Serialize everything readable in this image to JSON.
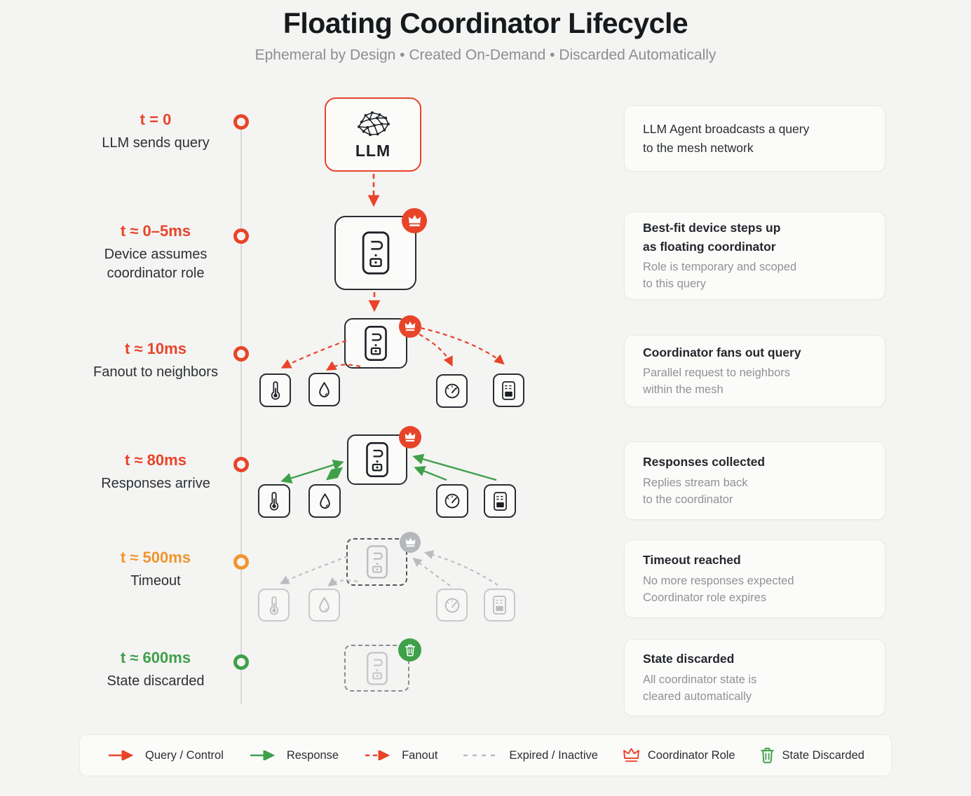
{
  "header": {
    "title": "Floating Coordinator Lifecycle",
    "subtitle": "Ephemeral by Design • Created On-Demand • Discarded Automatically"
  },
  "timeline": [
    {
      "time": "t = 0",
      "label": "LLM sends query",
      "color": "#E8442A"
    },
    {
      "time": "t ≈ 0–5ms",
      "label": "Device assumes\ncoordinator role",
      "color": "#E8442A"
    },
    {
      "time": "t ≈ 10ms",
      "label": "Fanout to neighbors",
      "color": "#E8442A"
    },
    {
      "time": "t ≈ 80ms",
      "label": "Responses arrive",
      "color": "#E8442A"
    },
    {
      "time": "t ≈ 500ms",
      "label": "Timeout",
      "color": "#F0952D"
    },
    {
      "time": "t ≈ 600ms",
      "label": "State discarded",
      "color": "#3FA04A"
    }
  ],
  "diagram": {
    "llm_label": "LLM",
    "icons": {
      "llm": "brain-network-icon",
      "coordinator": "smart-hub-icon",
      "neighbors": [
        "thermometer-icon",
        "droplet-icon",
        "gauge-icon",
        "relay-device-icon"
      ],
      "coordinator_role": "crown-icon",
      "state_discarded": "trash-icon"
    }
  },
  "cards": [
    {
      "title": "LLM Agent broadcasts a query\nto the mesh network",
      "body": ""
    },
    {
      "title": "Best-fit device steps up\nas floating coordinator",
      "body": "Role is temporary and scoped\nto this query"
    },
    {
      "title": "Coordinator fans out query",
      "body": "Parallel request to neighbors\nwithin the mesh"
    },
    {
      "title": "Responses collected",
      "body": "Replies stream back\nto the coordinator"
    },
    {
      "title": "Timeout reached",
      "body": "No more responses expected\nCoordinator role expires"
    },
    {
      "title": "State discarded",
      "body": "All coordinator state is\ncleared automatically"
    }
  ],
  "legend": [
    {
      "label": "Query / Control",
      "icon": "arrow-solid-red"
    },
    {
      "label": "Response",
      "icon": "arrow-solid-green"
    },
    {
      "label": "Fanout",
      "icon": "arrow-dashed-red"
    },
    {
      "label": "Expired / Inactive",
      "icon": "line-dashed-gray"
    },
    {
      "label": "Coordinator Role",
      "icon": "crown-icon"
    },
    {
      "label": "State Discarded",
      "icon": "trash-icon"
    }
  ],
  "colors": {
    "red": "#E8442A",
    "green": "#3FA04A",
    "orange": "#F0952D",
    "inactive_gray": "#b9bcbe",
    "text_dark": "#22262b",
    "text_gray": "#8f9297",
    "background": "#f4f4f2",
    "card_background": "#fbfbfa"
  }
}
